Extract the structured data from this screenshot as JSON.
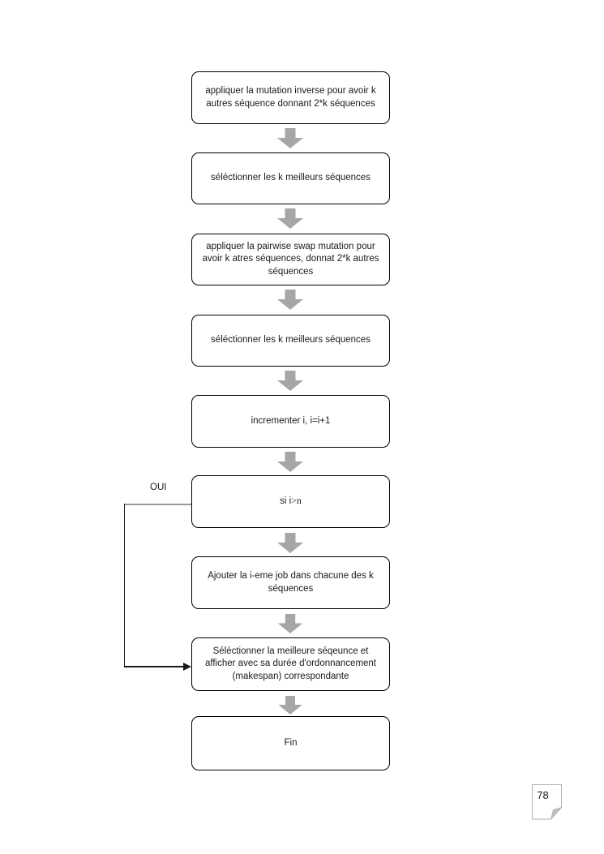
{
  "page": {
    "number": "78",
    "background": "#ffffff"
  },
  "flowchart": {
    "nodes": [
      {
        "text": "appliquer la mutation inverse pour avoir k autres séquence donnant 2*k séquences"
      },
      {
        "text": "séléctionner les k meilleurs séquences"
      },
      {
        "text": "appliquer la pairwise swap mutation pour avoir k atres séquences, donnat 2*k autres séquences"
      },
      {
        "text": "séléctionner les k meilleurs séquences"
      },
      {
        "text": "incrementer i, i=i+1"
      },
      {
        "text_prefix": "si i",
        "text_math": ">n"
      },
      {
        "text": "Ajouter la i-eme job dans chacune des k séquences"
      },
      {
        "text": "Séléctionner la meilleure séqeunce et afficher avec sa durée d'ordonnancement (makespan) correspondante"
      },
      {
        "text": "Fin"
      }
    ],
    "branch_label": "OUI",
    "colors": {
      "arrow_fill": "#a6a6a6",
      "node_border": "#000000",
      "node_fill": "#ffffff",
      "loop_line_gray": "#999999",
      "loop_line_black": "#1a1a1a"
    }
  }
}
